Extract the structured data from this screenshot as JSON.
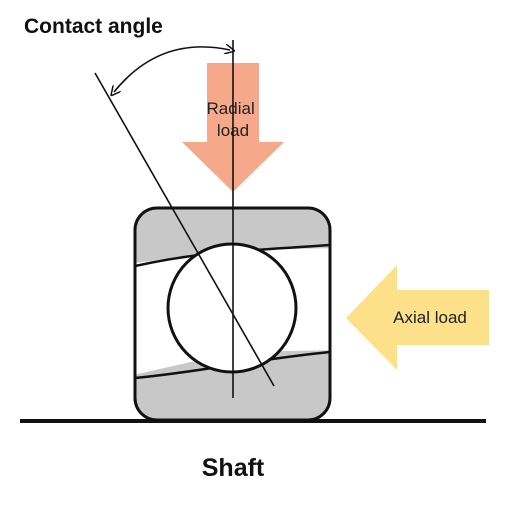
{
  "labels": {
    "contact_angle": "Contact angle",
    "radial_load": [
      "Radial",
      "load"
    ],
    "axial_load": "Axial load",
    "shaft": "Shaft"
  },
  "colors": {
    "radial_arrow": "#f6a98a",
    "axial_arrow": "#fde08a",
    "ring_fill": "#c8c8c8",
    "outline": "#111111"
  }
}
